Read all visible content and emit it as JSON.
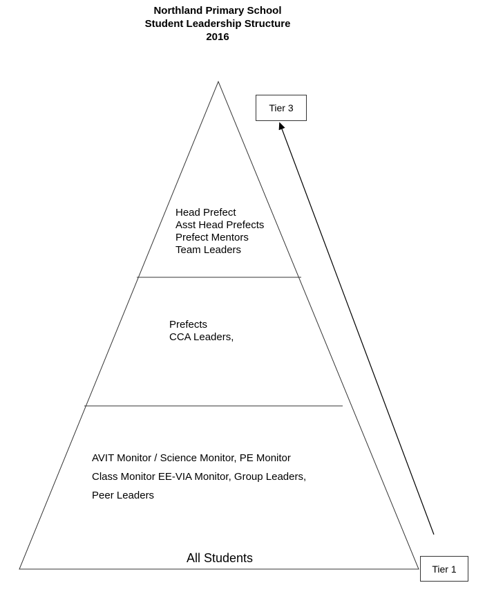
{
  "title": {
    "line1": "Northland Primary School",
    "line2": "Student Leadership Structure",
    "line3": "2016"
  },
  "tiers": {
    "top_label": "Tier 3",
    "bottom_label": "Tier 1"
  },
  "pyramid": {
    "top_level": [
      "Head Prefect",
      "Asst Head Prefects",
      "Prefect Mentors",
      "Team Leaders"
    ],
    "middle_level": [
      "Prefects",
      "CCA Leaders,"
    ],
    "bottom_level": [
      "AVIT Monitor / Science Monitor, PE Monitor",
      "Class Monitor EE-VIA Monitor, Group Leaders,",
      "Peer Leaders"
    ],
    "base_label": "All Students"
  }
}
